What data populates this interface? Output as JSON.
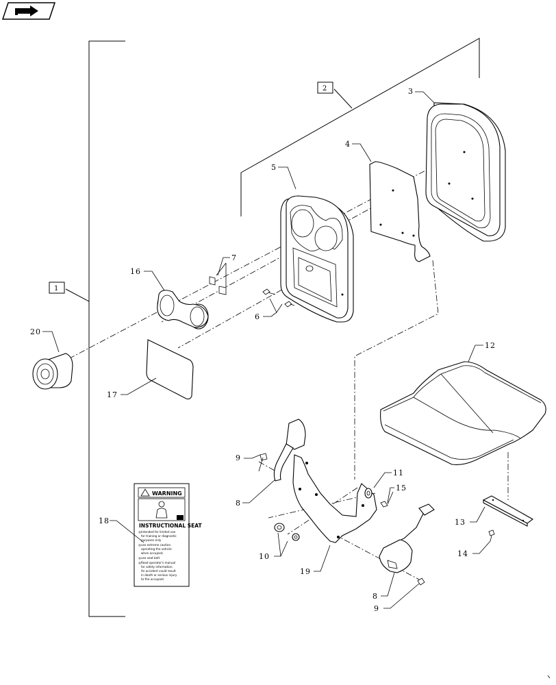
{
  "nav_icon": {
    "name": "next-page-arrow-icon"
  },
  "callouts": {
    "c1": "1",
    "c2": "2",
    "c3": "3",
    "c4": "4",
    "c5": "5",
    "c6": "6",
    "c7": "7",
    "c8a": "8",
    "c8b": "8",
    "c9a": "9",
    "c9b": "9",
    "c10": "10",
    "c11": "11",
    "c12": "12",
    "c13": "13",
    "c14": "14",
    "c15": "15",
    "c16": "16",
    "c17": "17",
    "c18": "18",
    "c19": "19",
    "c20": "20"
  },
  "decal": {
    "warning": "WARNING",
    "title": "INSTRUCTIONAL SEAT",
    "lines": [
      "Intended for limited use",
      "for training or diagnostic",
      "purposes only",
      "use extreme caution",
      "operating the vehicle",
      "when occupied.",
      "use seat belt",
      "Read operator's manual",
      "for safety information.",
      "An accident could result",
      "in death or serious injury",
      "to the occupant."
    ]
  }
}
